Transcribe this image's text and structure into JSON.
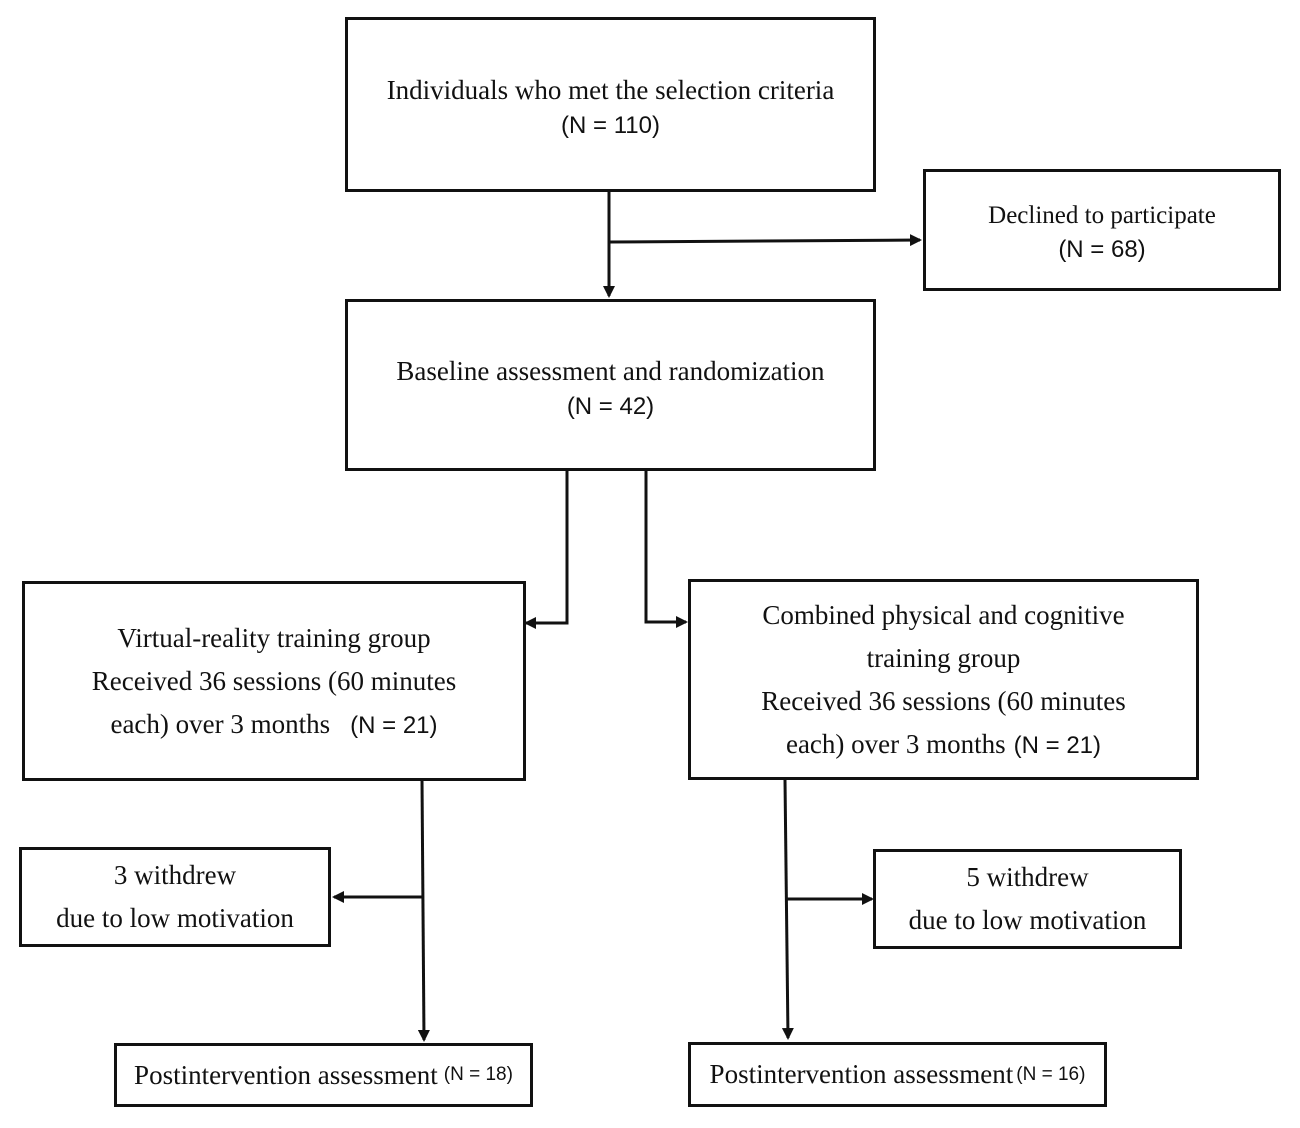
{
  "boxes": {
    "eligible": {
      "label": "Individuals who met the selection criteria",
      "n": "(N = 110)"
    },
    "declined": {
      "label": "Declined to participate",
      "n": "(N = 68)"
    },
    "baseline": {
      "label": "Baseline assessment and randomization",
      "n": "(N = 42)"
    },
    "vr_group": {
      "line1": "Virtual-reality training group",
      "line2": "Received 36 sessions (60 minutes",
      "line3": "each) over 3 months",
      "n": "(N = 21)"
    },
    "combined_group": {
      "line1": "Combined physical and cognitive",
      "line2": "training group",
      "line3": "Received 36 sessions (60 minutes",
      "line4": "each) over 3 months",
      "n": "(N = 21)"
    },
    "vr_withdrew": {
      "line1": "3 withdrew",
      "line2": "due to low motivation"
    },
    "combined_withdrew": {
      "line1": "5 withdrew",
      "line2": "due to low motivation"
    },
    "vr_post": {
      "label": "Postintervention assessment",
      "n": "(N = 18)"
    },
    "combined_post": {
      "label": "Postintervention assessment",
      "n": "(N = 16)"
    }
  },
  "colors": {
    "stroke": "#111111",
    "background": "#ffffff"
  }
}
